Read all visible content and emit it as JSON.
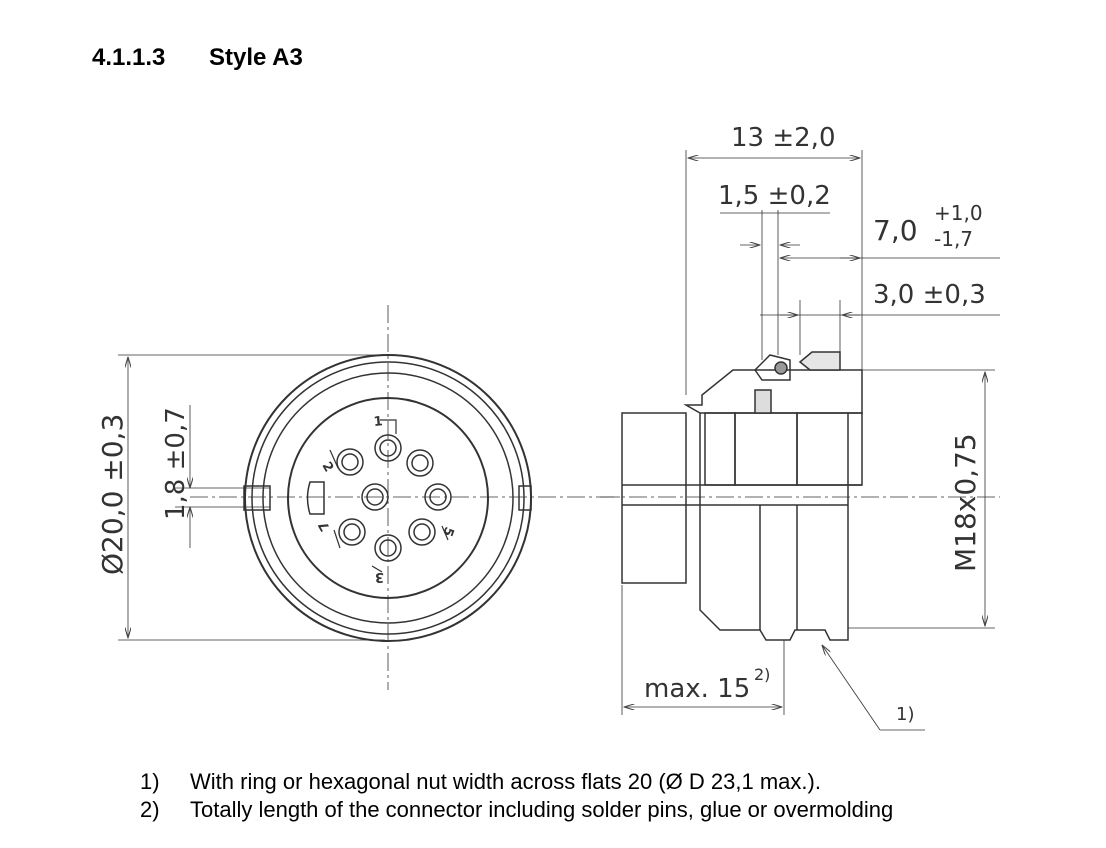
{
  "heading": {
    "number": "4.1.1.3",
    "title": "Style A3"
  },
  "front_view": {
    "diameter_label": "Ø20,0 ±0,3",
    "key_label": "1,8 ±0,7",
    "pin_labels": [
      "1",
      "2",
      "3",
      "5",
      "7"
    ]
  },
  "side_view": {
    "overall_dim": "13 ±2,0",
    "flange_dim": "1,5 ±0,2",
    "thread_length_dim": "7,0",
    "thread_length_tol_upper": "+1,0",
    "thread_length_tol_lower": "-1,7",
    "ring_dim": "3,0 ±0,3",
    "thread_dim": "M18x0,75",
    "max_length": "max. 15",
    "max_length_ref": "2)",
    "leader_ref": "1)"
  },
  "footnotes": [
    {
      "marker": "1)",
      "text": "With ring or hexagonal nut width across flats 20 (Ø D 23,1 max.)."
    },
    {
      "marker": "2)",
      "text": "Totally length of the connector including solder pins, glue or overmolding"
    }
  ]
}
